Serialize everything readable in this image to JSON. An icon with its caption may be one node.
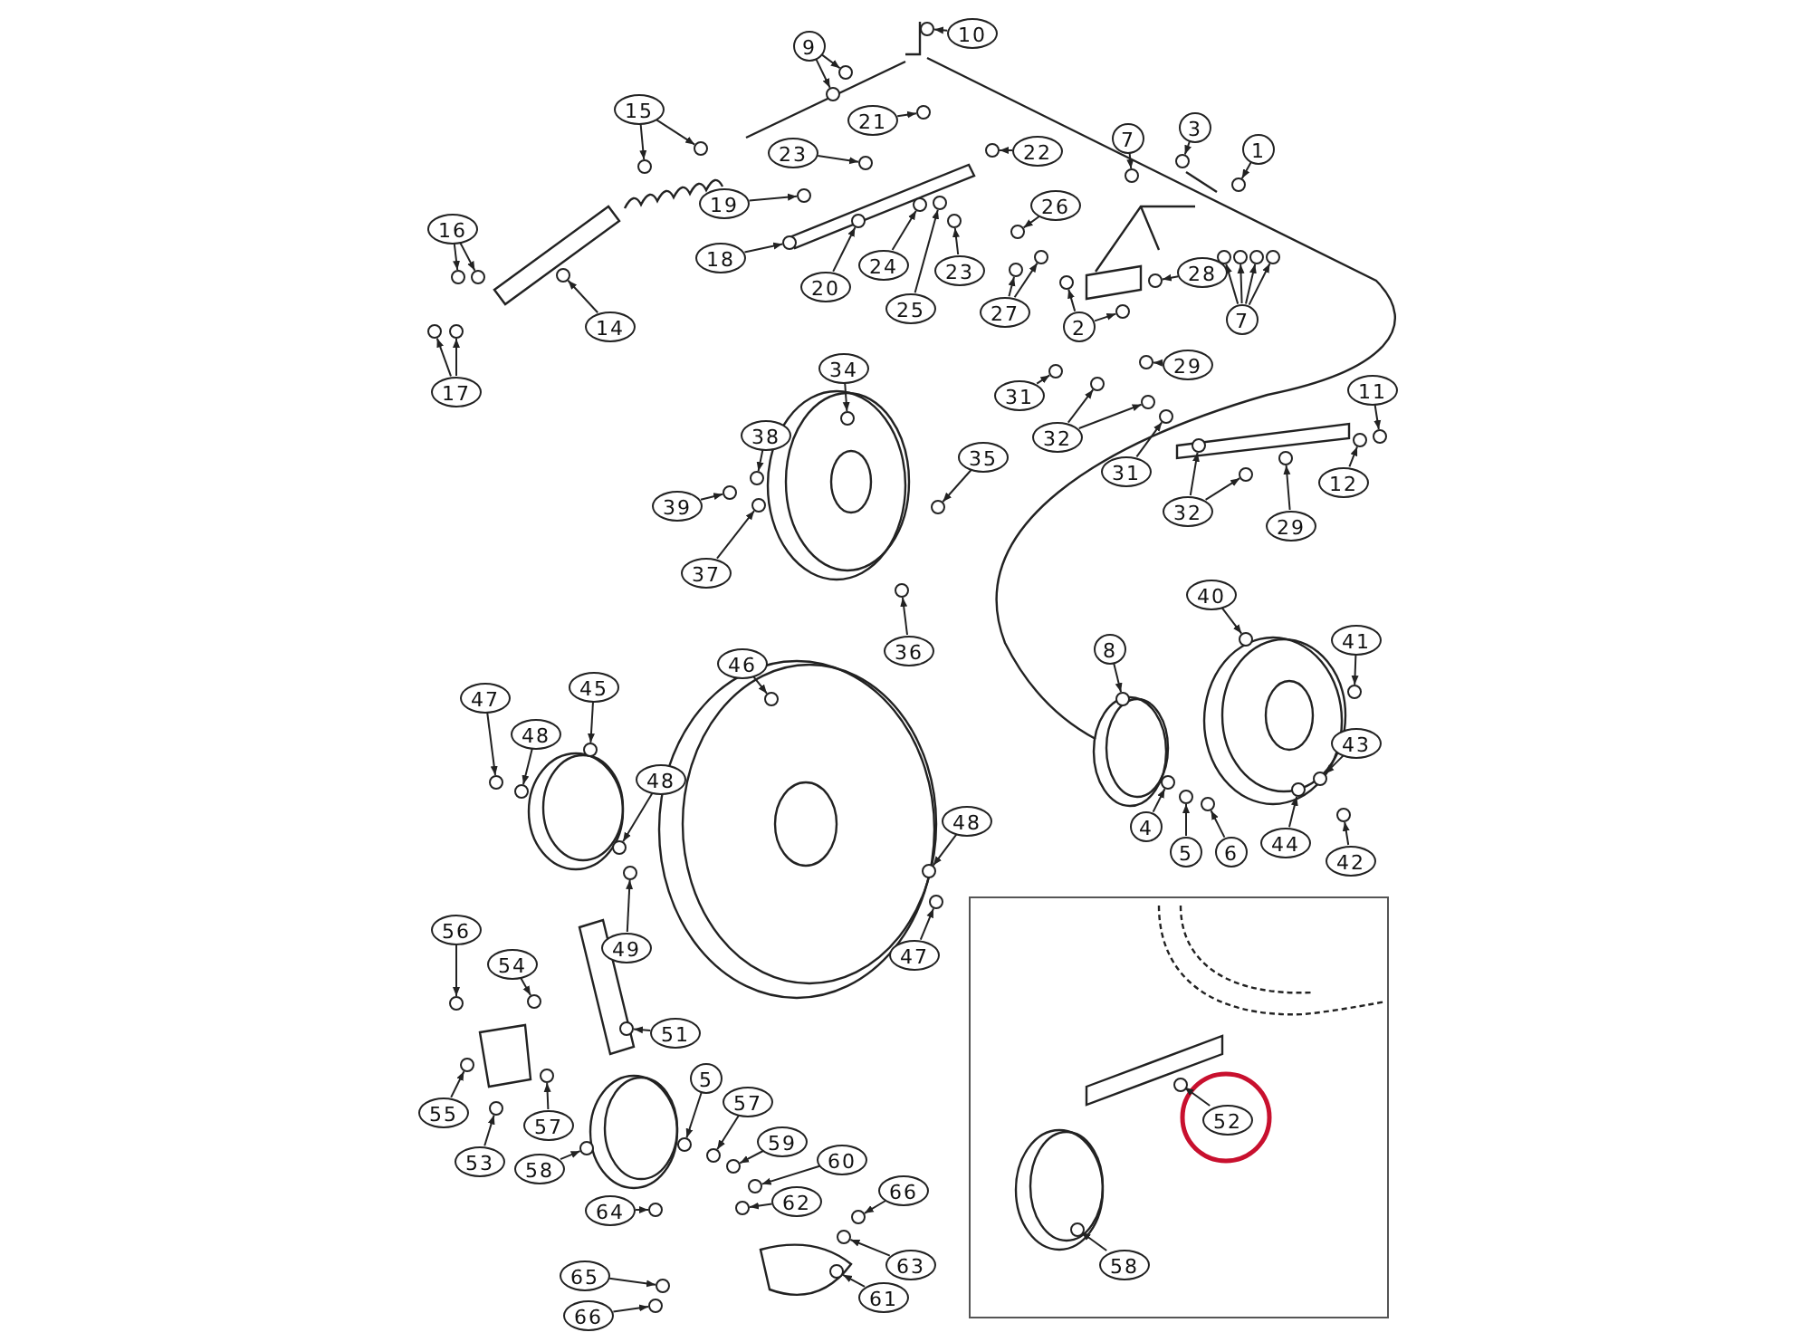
{
  "diagram": {
    "nodes": [
      {
        "text": [
          "10"
        ]
      },
      {
        "text": [
          "9"
        ]
      },
      {
        "text": [
          "15"
        ]
      },
      {
        "text": [
          "21"
        ]
      },
      {
        "text": [
          "23"
        ]
      },
      {
        "text": [
          "22"
        ]
      },
      {
        "text": [
          "7"
        ]
      },
      {
        "text": [
          "3"
        ]
      },
      {
        "text": [
          "1"
        ]
      },
      {
        "text": [
          "19"
        ]
      },
      {
        "text": [
          "26"
        ]
      },
      {
        "text": [
          "16"
        ]
      },
      {
        "text": [
          "18"
        ]
      },
      {
        "text": [
          "24"
        ]
      },
      {
        "text": [
          "23"
        ]
      },
      {
        "text": [
          "28"
        ]
      },
      {
        "text": [
          "14"
        ]
      },
      {
        "text": [
          "20"
        ]
      },
      {
        "text": [
          "25"
        ]
      },
      {
        "text": [
          "27"
        ]
      },
      {
        "text": [
          "2"
        ]
      },
      {
        "text": [
          "7"
        ]
      },
      {
        "text": [
          "17"
        ]
      },
      {
        "text": [
          "34"
        ]
      },
      {
        "text": [
          "29"
        ]
      },
      {
        "text": [
          "31"
        ]
      },
      {
        "text": [
          "11"
        ]
      },
      {
        "text": [
          "38"
        ]
      },
      {
        "text": [
          "32"
        ]
      },
      {
        "text": [
          "35"
        ]
      },
      {
        "text": [
          "39"
        ]
      },
      {
        "text": [
          "31"
        ]
      },
      {
        "text": [
          "12"
        ]
      },
      {
        "text": [
          "32"
        ]
      },
      {
        "text": [
          "29"
        ]
      },
      {
        "text": [
          "37"
        ]
      },
      {
        "text": [
          "36"
        ]
      },
      {
        "text": [
          "40"
        ]
      },
      {
        "text": [
          "8"
        ]
      },
      {
        "text": [
          "41"
        ]
      },
      {
        "text": [
          "46"
        ]
      },
      {
        "text": [
          "47"
        ]
      },
      {
        "text": [
          "45"
        ]
      },
      {
        "text": [
          "48"
        ]
      },
      {
        "text": [
          "43"
        ]
      },
      {
        "text": [
          "48"
        ]
      },
      {
        "text": [
          "48"
        ]
      },
      {
        "text": [
          "4"
        ]
      },
      {
        "text": [
          "5"
        ]
      },
      {
        "text": [
          "6"
        ]
      },
      {
        "text": [
          "44"
        ]
      },
      {
        "text": [
          "42"
        ]
      },
      {
        "text": [
          "49"
        ]
      },
      {
        "text": [
          "47"
        ]
      },
      {
        "text": [
          "56"
        ]
      },
      {
        "text": [
          "54"
        ]
      },
      {
        "text": [
          "51"
        ]
      },
      {
        "text": [
          "5"
        ]
      },
      {
        "text": [
          "57"
        ]
      },
      {
        "text": [
          "55"
        ]
      },
      {
        "text": [
          "57"
        ]
      },
      {
        "text": [
          "59"
        ]
      },
      {
        "text": [
          "53"
        ]
      },
      {
        "text": [
          "58"
        ]
      },
      {
        "text": [
          "60"
        ]
      },
      {
        "text": [
          "62"
        ]
      },
      {
        "text": [
          "66"
        ]
      },
      {
        "text": [
          "64"
        ]
      },
      {
        "text": [
          "63"
        ]
      },
      {
        "text": [
          "61"
        ]
      },
      {
        "text": [
          "65"
        ]
      },
      {
        "text": [
          "66"
        ]
      },
      {
        "text": [],
        "shape": "box"
      },
      {
        "text": [
          "52"
        ],
        "in": 72
      },
      {
        "text": [
          "58"
        ],
        "in": 72
      },
      {
        "text": [],
        "shape": "circle"
      },
      {
        "text": [],
        "shape": "circle"
      },
      {
        "text": [],
        "shape": "circle"
      },
      {
        "text": [],
        "shape": "circle"
      },
      {
        "text": [],
        "shape": "circle"
      },
      {
        "text": [],
        "shape": "circle"
      },
      {
        "text": [],
        "shape": "circle"
      },
      {
        "text": [],
        "shape": "circle"
      },
      {
        "text": [],
        "shape": "circle"
      },
      {
        "text": [],
        "shape": "circle"
      },
      {
        "text": [],
        "shape": "circle"
      },
      {
        "text": [],
        "shape": "circle"
      },
      {
        "text": [],
        "shape": "circle"
      },
      {
        "text": [],
        "shape": "circle"
      },
      {
        "text": [],
        "shape": "circle"
      },
      {
        "text": [],
        "shape": "circle"
      },
      {
        "text": [],
        "shape": "circle"
      },
      {
        "text": [],
        "shape": "circle"
      },
      {
        "text": [],
        "shape": "circle"
      },
      {
        "text": [],
        "shape": "circle"
      },
      {
        "text": [],
        "shape": "circle"
      },
      {
        "text": [],
        "shape": "circle"
      },
      {
        "text": [],
        "shape": "circle"
      },
      {
        "text": [],
        "shape": "circle"
      },
      {
        "text": [],
        "shape": "circle"
      },
      {
        "text": [],
        "shape": "circle"
      },
      {
        "text": [],
        "shape": "circle"
      },
      {
        "text": [],
        "shape": "circle"
      },
      {
        "text": [],
        "shape": "circle"
      },
      {
        "text": [],
        "shape": "circle"
      },
      {
        "text": [],
        "shape": "circle"
      },
      {
        "text": [],
        "shape": "circle"
      },
      {
        "text": [],
        "shape": "circle"
      },
      {
        "text": [],
        "shape": "circle"
      },
      {
        "text": [],
        "shape": "circle"
      },
      {
        "text": [],
        "shape": "circle"
      },
      {
        "text": [],
        "shape": "circle"
      },
      {
        "text": [],
        "shape": "circle"
      },
      {
        "text": [],
        "shape": "circle"
      },
      {
        "text": [],
        "shape": "circle"
      },
      {
        "text": [],
        "shape": "circle"
      },
      {
        "text": [],
        "shape": "circle"
      },
      {
        "text": [],
        "shape": "circle"
      },
      {
        "text": [],
        "shape": "circle"
      },
      {
        "text": [],
        "shape": "circle"
      },
      {
        "text": [],
        "shape": "circle"
      },
      {
        "text": [],
        "shape": "circle"
      },
      {
        "text": [],
        "shape": "circle"
      },
      {
        "text": [],
        "shape": "circle"
      },
      {
        "text": [],
        "shape": "circle"
      },
      {
        "text": [],
        "shape": "circle"
      },
      {
        "text": [],
        "shape": "circle"
      },
      {
        "text": [],
        "shape": "circle"
      },
      {
        "text": [],
        "shape": "circle"
      },
      {
        "text": [],
        "shape": "circle"
      },
      {
        "text": [],
        "shape": "circle"
      },
      {
        "text": [],
        "shape": "circle"
      },
      {
        "text": [],
        "shape": "circle"
      },
      {
        "text": [],
        "shape": "circle"
      },
      {
        "text": [],
        "shape": "circle"
      },
      {
        "text": [],
        "shape": "circle"
      },
      {
        "text": [],
        "shape": "circle"
      },
      {
        "text": [],
        "shape": "circle"
      },
      {
        "text": [],
        "shape": "circle"
      },
      {
        "text": [],
        "shape": "circle"
      },
      {
        "text": [],
        "shape": "circle"
      },
      {
        "text": [],
        "shape": "circle"
      },
      {
        "text": [],
        "shape": "circle"
      },
      {
        "text": [],
        "shape": "circle"
      },
      {
        "text": [],
        "shape": "circle"
      },
      {
        "text": [],
        "shape": "circle"
      },
      {
        "text": [],
        "shape": "circle"
      },
      {
        "text": [],
        "shape": "circle"
      },
      {
        "text": [],
        "shape": "circle"
      },
      {
        "text": [],
        "shape": "circle"
      },
      {
        "text": [],
        "shape": "circle"
      },
      {
        "text": [],
        "shape": "circle"
      },
      {
        "text": [],
        "shape": "circle"
      },
      {
        "text": [],
        "shape": "circle"
      },
      {
        "text": [],
        "shape": "circle"
      },
      {
        "text": [],
        "shape": "circle"
      },
      {
        "text": [],
        "shape": "circle"
      },
      {
        "text": [],
        "shape": "circle"
      },
      {
        "text": [],
        "shape": "circle",
        "in": 72
      },
      {
        "text": [],
        "shape": "circle",
        "in": 72
      }
    ],
    "edges": [
      {
        "from": 0,
        "to": 75,
        "arrow": "to"
      },
      {
        "from": 1,
        "to": 76,
        "arrow": "to"
      },
      {
        "from": 1,
        "to": 77,
        "arrow": "to"
      },
      {
        "from": 2,
        "to": 78,
        "arrow": "to"
      },
      {
        "from": 2,
        "to": 79,
        "arrow": "to"
      },
      {
        "from": 3,
        "to": 80,
        "arrow": "to"
      },
      {
        "from": 4,
        "to": 81,
        "arrow": "to"
      },
      {
        "from": 5,
        "to": 82,
        "arrow": "to"
      },
      {
        "from": 6,
        "to": 83,
        "arrow": "to"
      },
      {
        "from": 7,
        "to": 84,
        "arrow": "to"
      },
      {
        "from": 8,
        "to": 85,
        "arrow": "to"
      },
      {
        "from": 9,
        "to": 86,
        "arrow": "to"
      },
      {
        "from": 10,
        "to": 87,
        "arrow": "to"
      },
      {
        "from": 11,
        "to": 88,
        "arrow": "to"
      },
      {
        "from": 11,
        "to": 89,
        "arrow": "to"
      },
      {
        "from": 12,
        "to": 90,
        "arrow": "to"
      },
      {
        "from": 13,
        "to": 91,
        "arrow": "to"
      },
      {
        "from": 14,
        "to": 92,
        "arrow": "to"
      },
      {
        "from": 15,
        "to": 93,
        "arrow": "to"
      },
      {
        "from": 16,
        "to": 94,
        "arrow": "to"
      },
      {
        "from": 17,
        "to": 95,
        "arrow": "to"
      },
      {
        "from": 18,
        "to": 96,
        "arrow": "to"
      },
      {
        "from": 19,
        "to": 97,
        "arrow": "to"
      },
      {
        "from": 19,
        "to": 98,
        "arrow": "to"
      },
      {
        "from": 20,
        "to": 99,
        "arrow": "to"
      },
      {
        "from": 20,
        "to": 100,
        "arrow": "to"
      },
      {
        "from": 21,
        "to": 101,
        "arrow": "to"
      },
      {
        "from": 21,
        "to": 102,
        "arrow": "to"
      },
      {
        "from": 21,
        "to": 103,
        "arrow": "to"
      },
      {
        "from": 21,
        "to": 104,
        "arrow": "to"
      },
      {
        "from": 22,
        "to": 105,
        "arrow": "to"
      },
      {
        "from": 22,
        "to": 106,
        "arrow": "to"
      },
      {
        "from": 23,
        "to": 107,
        "arrow": "to"
      },
      {
        "from": 24,
        "to": 108,
        "arrow": "to"
      },
      {
        "from": 25,
        "to": 109,
        "arrow": "to"
      },
      {
        "from": 26,
        "to": 110,
        "arrow": "to"
      },
      {
        "from": 27,
        "to": 111,
        "arrow": "to"
      },
      {
        "from": 28,
        "to": 112,
        "arrow": "to"
      },
      {
        "from": 28,
        "to": 113,
        "arrow": "to"
      },
      {
        "from": 29,
        "to": 114,
        "arrow": "to"
      },
      {
        "from": 30,
        "to": 115,
        "arrow": "to"
      },
      {
        "from": 31,
        "to": 116,
        "arrow": "to"
      },
      {
        "from": 32,
        "to": 117,
        "arrow": "to"
      },
      {
        "from": 33,
        "to": 118,
        "arrow": "to"
      },
      {
        "from": 33,
        "to": 119,
        "arrow": "to"
      },
      {
        "from": 34,
        "to": 120,
        "arrow": "to"
      },
      {
        "from": 35,
        "to": 121,
        "arrow": "to"
      },
      {
        "from": 36,
        "to": 122,
        "arrow": "to"
      },
      {
        "from": 37,
        "to": 123,
        "arrow": "to"
      },
      {
        "from": 38,
        "to": 124,
        "arrow": "to"
      },
      {
        "from": 39,
        "to": 125,
        "arrow": "to"
      },
      {
        "from": 40,
        "to": 126,
        "arrow": "to"
      },
      {
        "from": 41,
        "to": 127,
        "arrow": "to"
      },
      {
        "from": 42,
        "to": 128,
        "arrow": "to"
      },
      {
        "from": 43,
        "to": 129,
        "arrow": "to"
      },
      {
        "from": 44,
        "to": 130,
        "arrow": "to"
      },
      {
        "from": 45,
        "to": 131,
        "arrow": "to"
      },
      {
        "from": 46,
        "to": 132,
        "arrow": "to"
      },
      {
        "from": 47,
        "to": 133,
        "arrow": "to"
      },
      {
        "from": 48,
        "to": 134,
        "arrow": "to"
      },
      {
        "from": 49,
        "to": 135,
        "arrow": "to"
      },
      {
        "from": 50,
        "to": 136,
        "arrow": "to"
      },
      {
        "from": 51,
        "to": 137,
        "arrow": "to"
      },
      {
        "from": 52,
        "to": 138,
        "arrow": "to"
      },
      {
        "from": 53,
        "to": 139,
        "arrow": "to"
      },
      {
        "from": 54,
        "to": 140,
        "arrow": "to"
      },
      {
        "from": 55,
        "to": 141,
        "arrow": "to"
      },
      {
        "from": 56,
        "to": 142,
        "arrow": "to"
      },
      {
        "from": 57,
        "to": 143,
        "arrow": "to"
      },
      {
        "from": 58,
        "to": 144,
        "arrow": "to"
      },
      {
        "from": 59,
        "to": 145,
        "arrow": "to"
      },
      {
        "from": 60,
        "to": 146,
        "arrow": "to"
      },
      {
        "from": 61,
        "to": 147,
        "arrow": "to"
      },
      {
        "from": 62,
        "to": 148,
        "arrow": "to"
      },
      {
        "from": 63,
        "to": 149,
        "arrow": "to"
      },
      {
        "from": 64,
        "to": 150,
        "arrow": "to"
      },
      {
        "from": 65,
        "to": 151,
        "arrow": "to"
      },
      {
        "from": 66,
        "to": 152,
        "arrow": "to"
      },
      {
        "from": 67,
        "to": 153,
        "arrow": "to"
      },
      {
        "from": 68,
        "to": 154,
        "arrow": "to"
      },
      {
        "from": 69,
        "to": 155,
        "arrow": "to"
      },
      {
        "from": 70,
        "to": 156,
        "arrow": "to"
      },
      {
        "from": 71,
        "to": 157,
        "arrow": "to"
      },
      {
        "from": 73,
        "to": 158,
        "arrow": "to"
      },
      {
        "from": 74,
        "to": 159,
        "arrow": "to"
      }
    ]
  }
}
